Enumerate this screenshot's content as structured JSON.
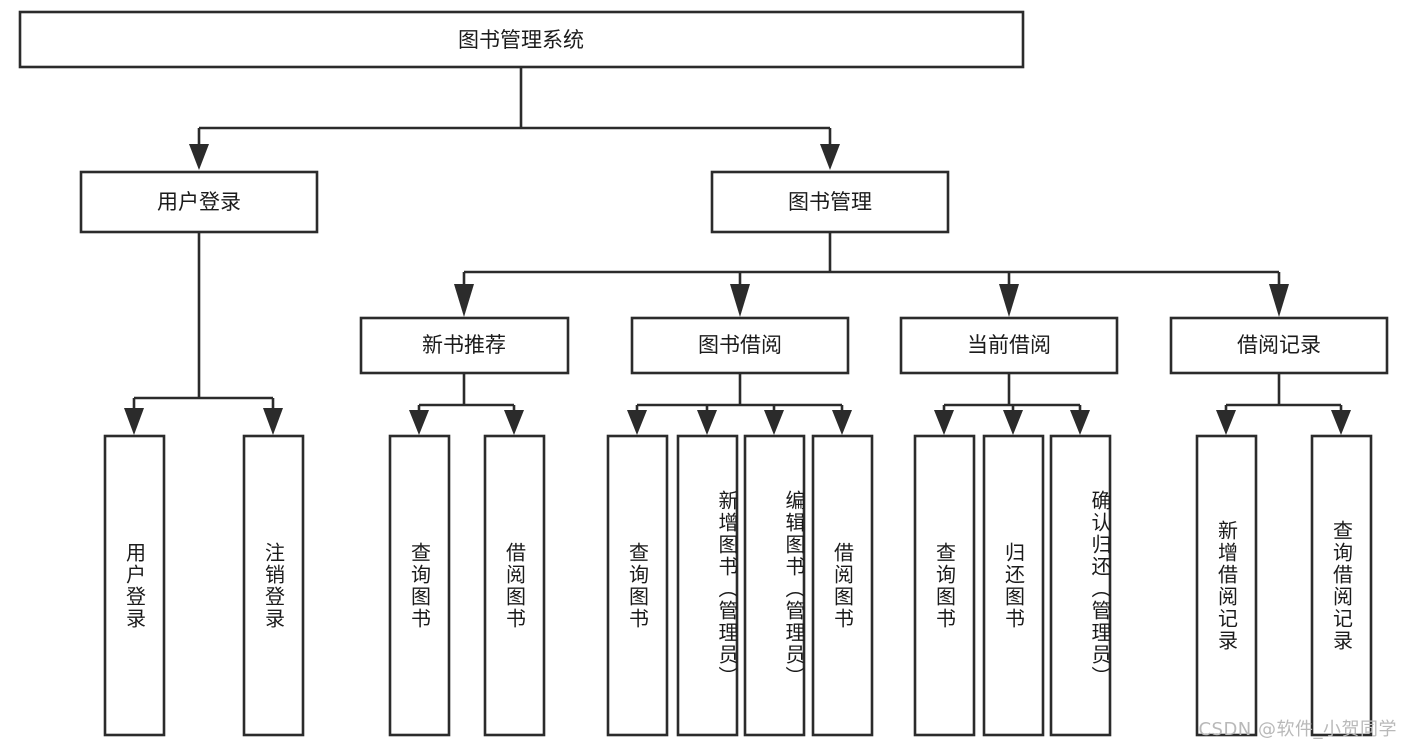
{
  "diagram": {
    "title": "图书管理系统",
    "type": "tree",
    "watermark": "CSDN @软件_小贺同学",
    "colors": {
      "stroke": "#2b2b2b",
      "fill": "#ffffff",
      "text": "#1b1b1b",
      "watermark": "#b9b9b9"
    },
    "levels": {
      "root": {
        "label": "图书管理系统"
      },
      "level2": [
        {
          "label": "用户登录"
        },
        {
          "label": "图书管理"
        }
      ],
      "level3": [
        {
          "label": "新书推荐"
        },
        {
          "label": "图书借阅"
        },
        {
          "label": "当前借阅"
        },
        {
          "label": "借阅记录"
        }
      ],
      "leaves": {
        "user_login": [
          {
            "label": "用户登录"
          },
          {
            "label": "注销登录"
          }
        ],
        "new_book_recommend": [
          {
            "label": "查询图书"
          },
          {
            "label": "借阅图书"
          }
        ],
        "book_borrow": [
          {
            "label": "查询图书"
          },
          {
            "label": "新增图书（管理员）"
          },
          {
            "label": "编辑图书（管理员）"
          },
          {
            "label": "借阅图书"
          }
        ],
        "current_borrow": [
          {
            "label": "查询图书"
          },
          {
            "label": "归还图书"
          },
          {
            "label": "确认归还（管理员）"
          }
        ],
        "borrow_record": [
          {
            "label": "新增借阅记录"
          },
          {
            "label": "查询借阅记录"
          }
        ]
      }
    }
  }
}
